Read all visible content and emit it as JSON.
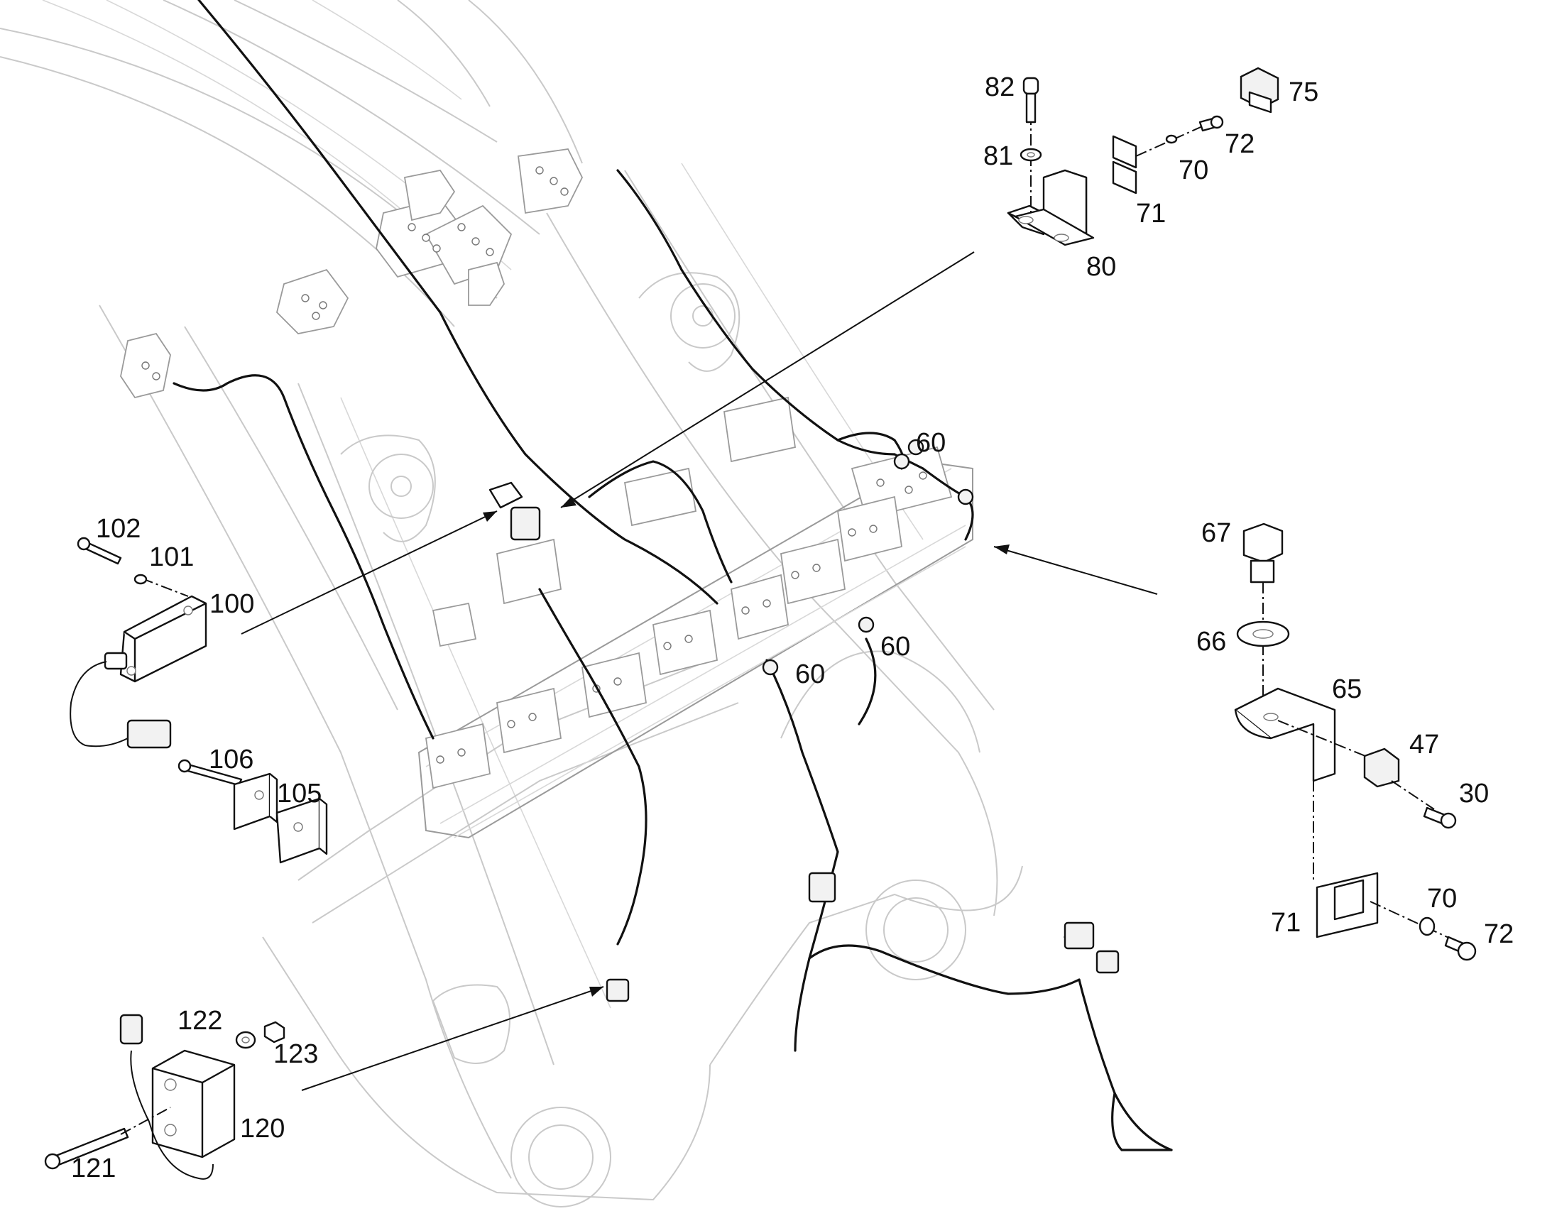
{
  "callouts": {
    "c82": "82",
    "c81": "81",
    "c80": "80",
    "c75": "75",
    "c72a": "72",
    "c70a": "70",
    "c71a": "71",
    "c60a": "60",
    "c60b": "60",
    "c60c": "60",
    "c102": "102",
    "c101": "101",
    "c100": "100",
    "c106": "106",
    "c105": "105",
    "c67": "67",
    "c66": "66",
    "c65": "65",
    "c47": "47",
    "c30": "30",
    "c71b": "71",
    "c70b": "70",
    "c72b": "72",
    "c122": "122",
    "c123": "123",
    "c120": "120",
    "c121": "121"
  },
  "colors": {
    "line": "#111111",
    "background_structure": "#c9c9c9",
    "background": "#ffffff"
  }
}
